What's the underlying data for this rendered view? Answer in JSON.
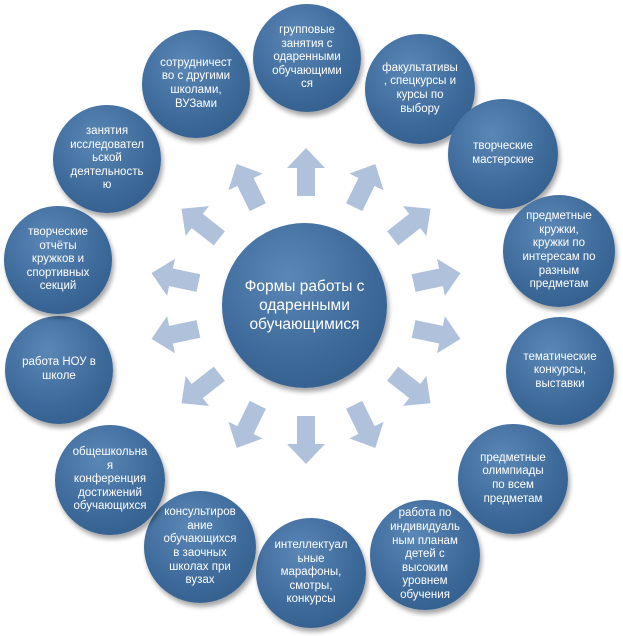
{
  "center": {
    "label": "Формы работы с\nодаренными\nобучающимися"
  },
  "nodes": [
    {
      "label": "групповые\nзанятия с\nодаренными\nобучающими\nся"
    },
    {
      "label": "факультативы\n, спецкурсы и\nкурсы по\nвыбору"
    },
    {
      "label": "творческие\nмастерские"
    },
    {
      "label": "предметные\nкружки,\nкружки по\nинтересам по\nразным\nпредметам"
    },
    {
      "label": "тематические\nконкурсы,\nвыставки"
    },
    {
      "label": "предметные\nолимпиады\nпо всем\nпредметам"
    },
    {
      "label": "работа по\nиндивидуаль\nным планам\nдетей с\nвысоким\nуровнем\nобучения"
    },
    {
      "label": "интеллектуал\nьные\nмарафоны,\nсмотры,\nконкурсы"
    },
    {
      "label": "консультиров\nание\nобучающихся\nв заочных\nшколах при\nвузах"
    },
    {
      "label": "общешкольна\nя\nконференция\nдостижений\nобучающихся"
    },
    {
      "label": "работа НОУ в\nшколе"
    },
    {
      "label": "творческие\nотчёты\nкружков и\nспортивных\nсекций"
    },
    {
      "label": "занятия\nисследовател\nьской\nдеятельность\nю"
    },
    {
      "label": "сотрудничест\nво с другими\nшколами,\nВУЗами"
    }
  ],
  "colors": {
    "node": "#3d6a9a",
    "arrow": "#a9bcd9",
    "text": "#ffffff"
  }
}
